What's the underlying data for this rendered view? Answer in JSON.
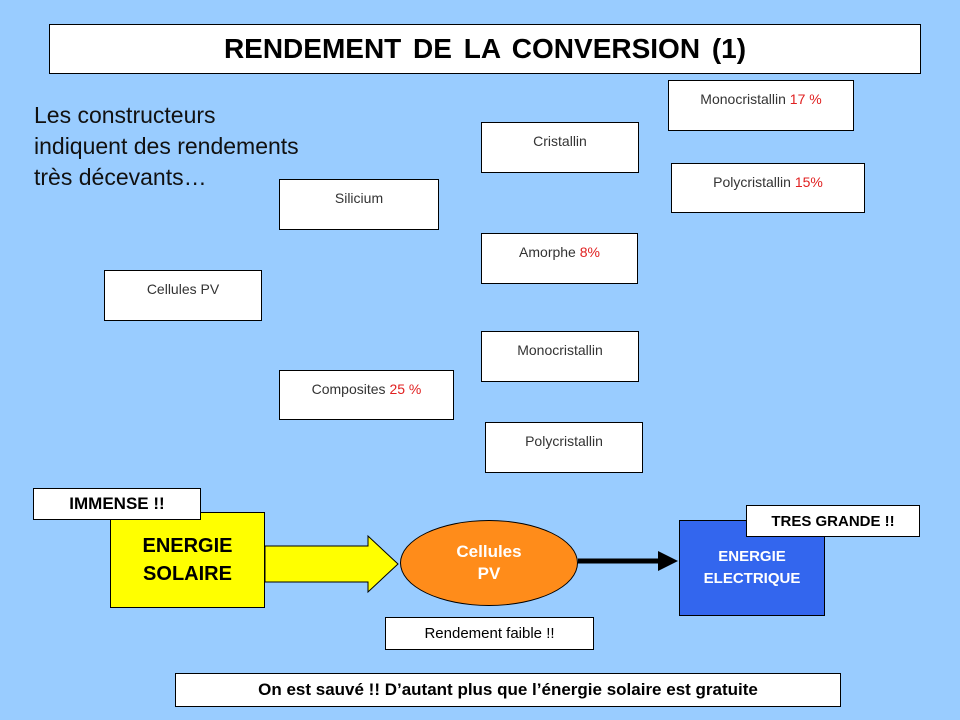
{
  "title": "RENDEMENT DE LA CONVERSION (1)",
  "intro": {
    "line1": "Les constructeurs",
    "line2": "indiquent des rendements",
    "line3": "très décevants…"
  },
  "tree": {
    "cellules_pv": "Cellules PV",
    "silicium": "Silicium",
    "composites": {
      "label": "Composites",
      "value": "25 %"
    },
    "cristallin": "Cristallin",
    "amorphe": {
      "label": "Amorphe",
      "value": "8%"
    },
    "monocristallin": "Monocristallin",
    "polycristallin": "Polycristallin",
    "mono_cristallin": {
      "label": "Monocristallin",
      "value": "17 %"
    },
    "poly_cristallin": {
      "label": "Polycristallin",
      "value": "15%"
    }
  },
  "flow": {
    "immense": "IMMENSE !!",
    "energie_solaire": {
      "line1": "ENERGIE",
      "line2": "SOLAIRE"
    },
    "cellules": {
      "line1": "Cellules",
      "line2": "PV"
    },
    "rendement": "Rendement faible !!",
    "energie_electrique": {
      "line1": "ENERGIE",
      "line2": "ELECTRIQUE"
    },
    "tres_grande": "TRES GRANDE !!"
  },
  "footer": "On est sauvé !! D’autant plus que l’énergie solaire est gratuite",
  "colors": {
    "background": "#99ccff",
    "accent_red": "#e02020",
    "solaire": "#ffff00",
    "cellules": "#ff8c1a",
    "electrique": "#3366ee"
  }
}
